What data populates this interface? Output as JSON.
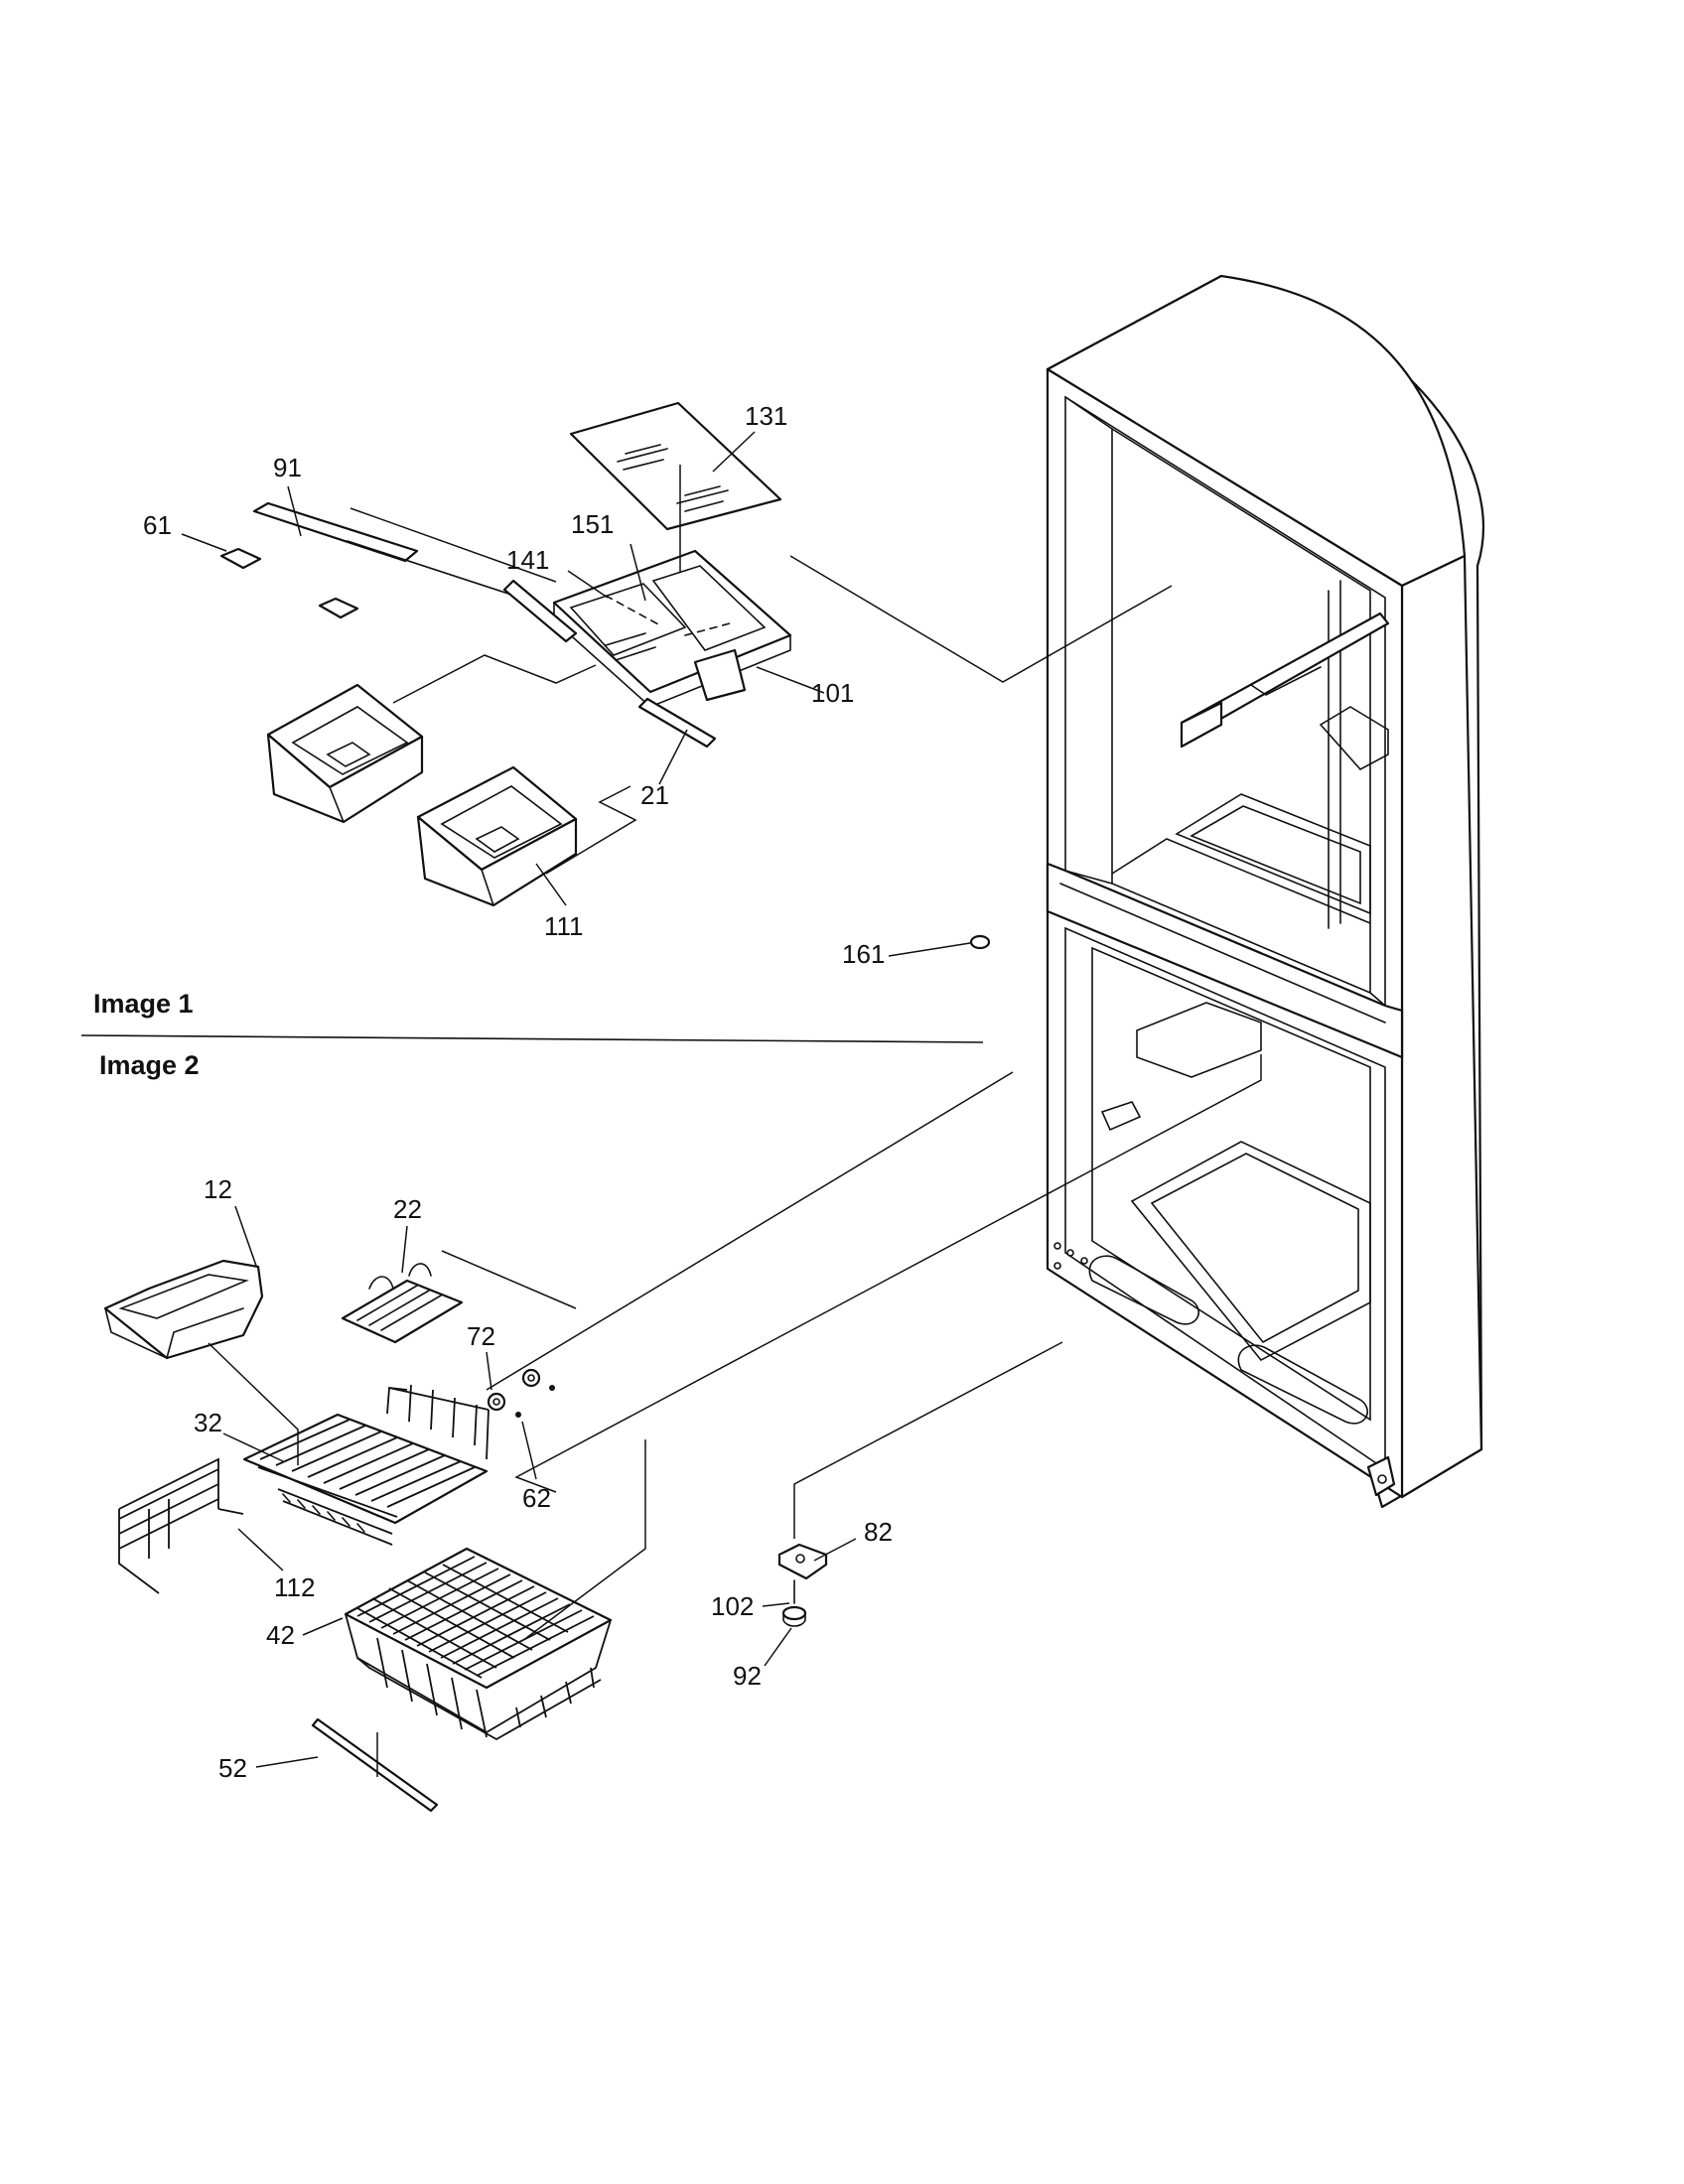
{
  "sections": {
    "image1": "Image 1",
    "image2": "Image 2"
  },
  "callouts": {
    "c131": "131",
    "c91": "91",
    "c61": "61",
    "c151": "151",
    "c141": "141",
    "c101": "101",
    "c21": "21",
    "c111": "111",
    "c161": "161",
    "c12": "12",
    "c22": "22",
    "c72": "72",
    "c32": "32",
    "c62": "62",
    "c112": "112",
    "c42": "42",
    "c52": "52",
    "c82": "82",
    "c102": "102",
    "c92": "92"
  }
}
